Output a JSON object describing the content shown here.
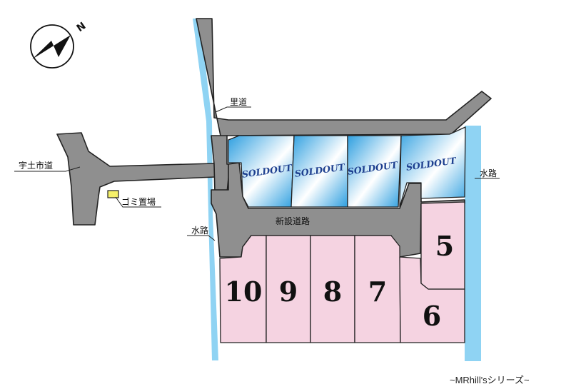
{
  "map": {
    "north_letter": "N",
    "labels": {
      "satomichi": "里道",
      "uto_city_road": "宇土市道",
      "garbage": "ゴミ置場",
      "new_road": "新設道路",
      "waterway_right": "水路",
      "waterway_left": "水路"
    },
    "lots_sold": [
      {
        "label": "SOLDOUT"
      },
      {
        "label": "SOLDOUT"
      },
      {
        "label": "SOLDOUT"
      },
      {
        "label": "SOLDOUT"
      }
    ],
    "lots_available": [
      {
        "number": "10"
      },
      {
        "number": "9"
      },
      {
        "number": "8"
      },
      {
        "number": "7"
      },
      {
        "number": "6"
      },
      {
        "number": "5"
      }
    ],
    "colors": {
      "road": "#8f8f8f",
      "water": "#8fd3f3",
      "available_lot": "#f5d3e1",
      "soldout_lot_gradient": [
        "#3aa8e6",
        "#ffffff"
      ],
      "garbage_marker": "#f5f06a"
    },
    "series_caption": "~MRhill'sシリーズ~"
  }
}
